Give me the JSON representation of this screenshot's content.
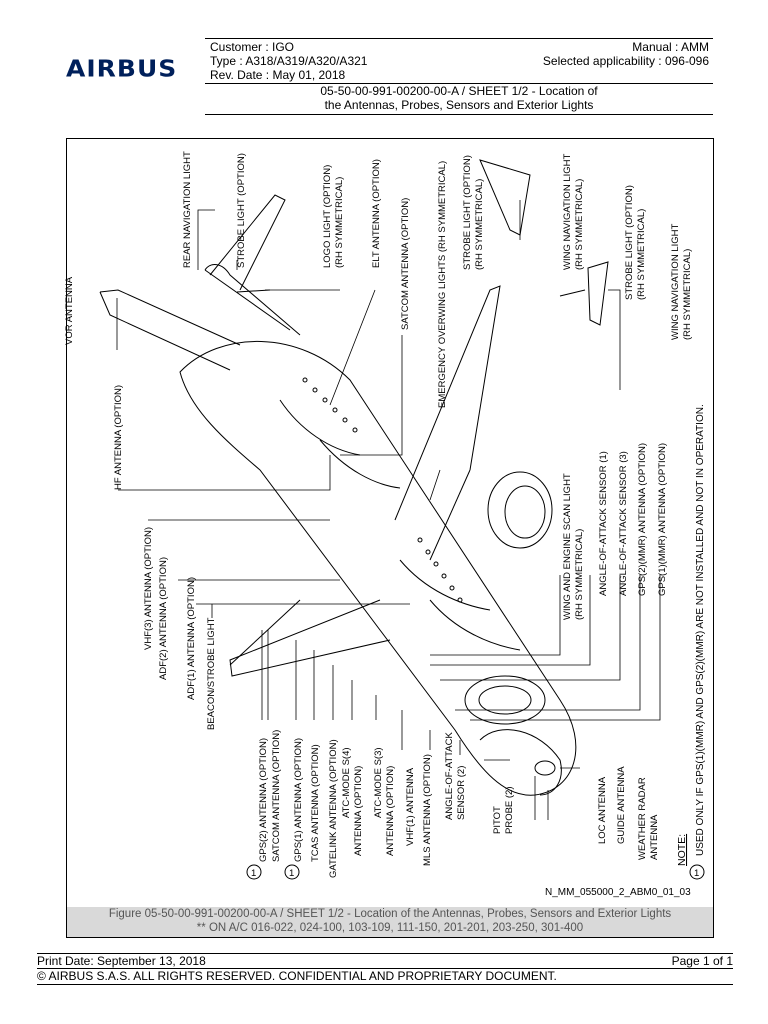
{
  "header": {
    "logo": "AIRBUS",
    "customer": "Customer : IGO",
    "manual": "Manual : AMM",
    "type": "Type : A318/A319/A320/A321",
    "applicability": "Selected applicability : 096-096",
    "rev_date": "Rev. Date : May 01, 2018",
    "title_line1": "05-50-00-991-00200-00-A / SHEET 1/2 - Location of",
    "title_line2": "the Antennas, Probes, Sensors and Exterior Lights"
  },
  "diagram": {
    "labels": {
      "vor": "VOR ANTENNA",
      "rear_nav": "REAR NAVIGATION LIGHT",
      "strobe_opt": "STROBE LIGHT (OPTION)",
      "logo_l1": "LOGO LIGHT (OPTION)",
      "logo_l2": "(RH SYMMETRICAL)",
      "elt": "ELT ANTENNA (OPTION)",
      "satcom_top": "SATCOM ANTENNA (OPTION)",
      "emerg": "EMERGENCY OVERWING LIGHTS (RH SYMMETRICAL)",
      "strobe_rh_l1": "STROBE LIGHT (OPTION)",
      "strobe_rh_l2": "(RH SYMMETRICAL)",
      "wingnav_l1": "WING NAVIGATION LIGHT",
      "wingnav_l2": "(RH SYMMETRICAL)",
      "strobe_rh2_l1": "STROBE LIGHT (OPTION)",
      "strobe_rh2_l2": "(RH SYMMETRICAL)",
      "wingnav2_l1": "WING NAVIGATION LIGHT",
      "wingnav2_l2": "(RH SYMMETRICAL)",
      "hf": "HF ANTENNA (OPTION)",
      "vhf3": "VHF(3) ANTENNA (OPTION)",
      "adf2": "ADF(2) ANTENNA (OPTION)",
      "adf1": "ADF(1) ANTENNA (OPTION)",
      "beacon": "BEACON/STROBE LIGHT",
      "wing_scan_l1": "WING AND ENGINE SCAN LIGHT",
      "wing_scan_l2": "(RH SYMMETRICAL)",
      "aoa1": "ANGLE-OF-ATTACK SENSOR (1)",
      "aoa3": "ANGLE-OF-ATTACK SENSOR (3)",
      "gps2_top": "GPS(2)(MMR) ANTENNA (OPTION)",
      "gps1_top": "GPS(1)(MMR) ANTENNA (OPTION)",
      "gps2": "GPS(2) ANTENNA (OPTION)",
      "satcom": "SATCOM ANTENNA (OPTION)",
      "gps1": "GPS(1) ANTENNA (OPTION)",
      "tcas": "TCAS ANTENNA (OPTION)",
      "gatelink": "GATELINK ANTENNA (OPTION)",
      "atc4_l1": "ATC-MODE S(4)",
      "atc4_l2": "ANTENNA (OPTION)",
      "atc3_l1": "ATC-MODE S(3)",
      "atc3_l2": "ANTENNA (OPTION)",
      "vhf1": "VHF(1) ANTENNA",
      "mls": "MLS ANTENNA (OPTION)",
      "aoa2_l1": "ANGLE-OF-ATTACK",
      "aoa2_l2": "SENSOR (2)",
      "pitot_l1": "PITOT",
      "pitot_l2": "PROBE (2)",
      "loc": "LOC ANTENNA",
      "guide": "GUIDE ANTENNA",
      "wx_l1": "WEATHER RADAR",
      "wx_l2": "ANTENNA",
      "note_head": "NOTE:",
      "note_text": "USED ONLY IF GPS(1)(MMR) AND GPS(2)(MMR) ARE NOT INSTALLED AND NOT IN OPERATION.",
      "note_marker": "1"
    },
    "ref": "N_MM_055000_2_ABM0_01_03"
  },
  "caption": {
    "line1": "Figure 05-50-00-991-00200-00-A / SHEET 1/2 - Location of the Antennas, Probes, Sensors and Exterior Lights",
    "line2": "** ON A/C 016-022, 024-100, 103-109, 111-150, 201-201, 203-250, 301-400"
  },
  "footer": {
    "print_date": "Print Date: September 13, 2018",
    "page": "Page 1 of 1",
    "copyright": "© AIRBUS S.A.S. ALL RIGHTS RESERVED. CONFIDENTIAL AND PROPRIETARY DOCUMENT."
  }
}
